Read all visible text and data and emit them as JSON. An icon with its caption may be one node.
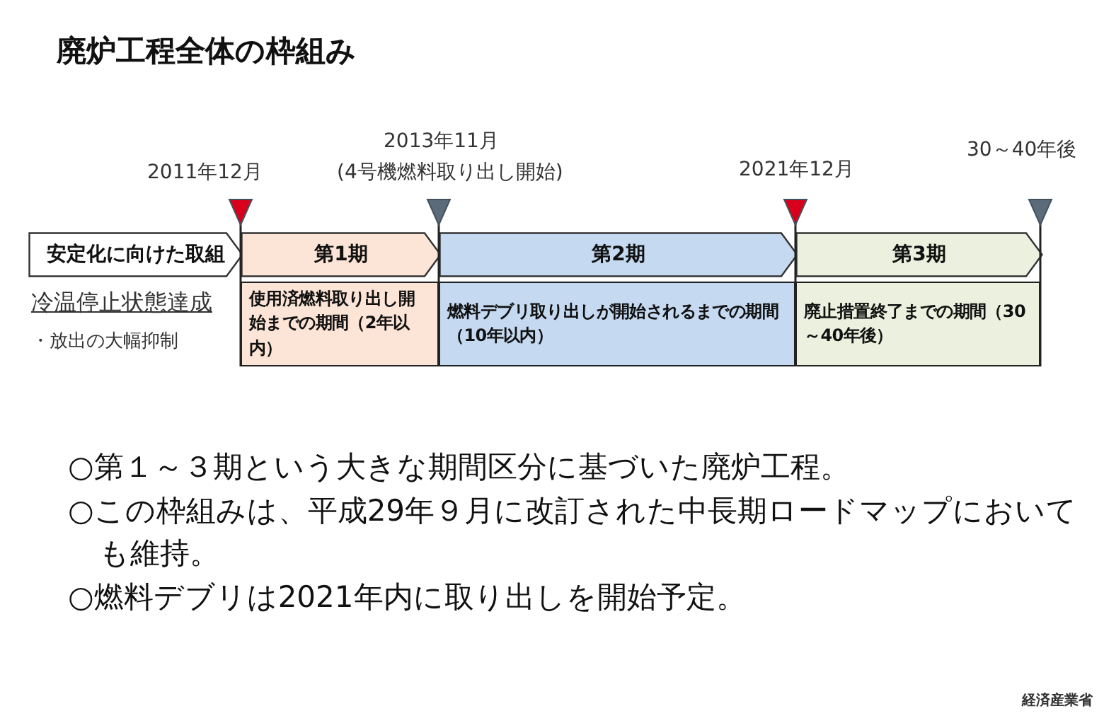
{
  "diagram": {
    "title": "廃炉工程全体の枠組み",
    "nodes": [
      {
        "text": [
          "安定化に向けた取組"
        ]
      },
      {
        "text": [
          "第1期"
        ]
      },
      {
        "text": [
          "使用済燃料取り出し開始までの期間（2年以内）"
        ]
      },
      {
        "text": [
          "第2期"
        ]
      },
      {
        "text": [
          "燃料デブリ取り出しが開始されるまでの期間（10年以内）"
        ]
      },
      {
        "text": [
          "第3期"
        ]
      },
      {
        "text": [
          "廃止措置終了までの期間（30～40年後）"
        ]
      }
    ],
    "labels": [
      "2011年12月",
      "2013年11月",
      "(4号機燃料取り出し開始)",
      "2021年12月",
      "30～40年後",
      "冷温停止状態達成",
      "・放出の大幅抑制",
      "○第１～３期という大きな期間区分に基づいた廃炉工程。",
      "○この枠組みは、平成29年９月に改訂された中長期ロードマップにおいても維持。",
      "○燃料デブリは2021年内に取り出しを開始予定。",
      "経済産業省"
    ]
  }
}
